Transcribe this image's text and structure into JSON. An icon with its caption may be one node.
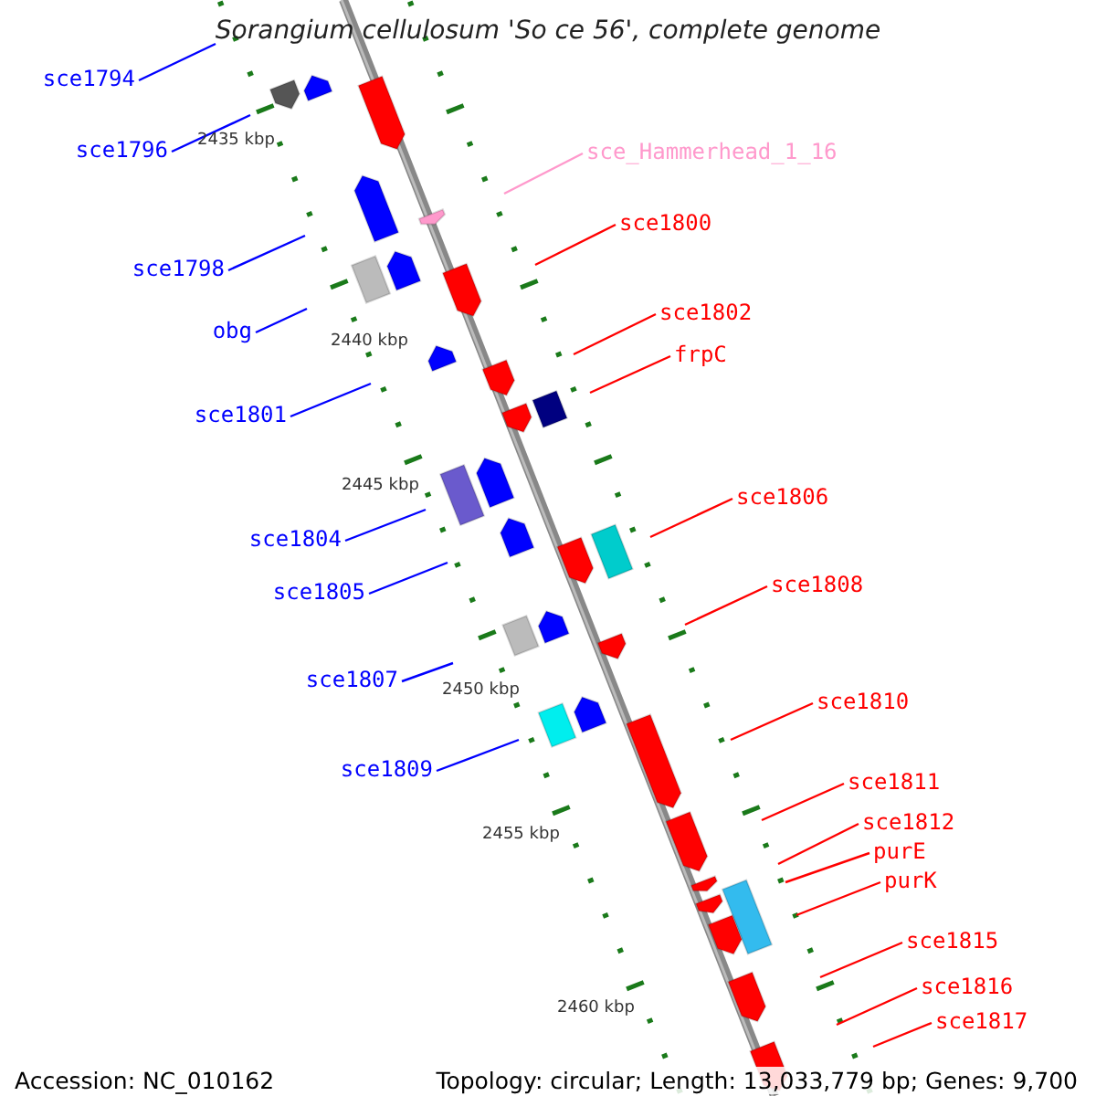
{
  "diagram": {
    "title": "Sorangium cellulosum 'So ce 56', complete genome",
    "nodes": [
      {
        "text": [
          "sce1794"
        ]
      },
      {
        "text": [
          "sce1796"
        ]
      },
      {
        "text": [
          "sce_Hammerhead_1_16"
        ]
      },
      {
        "text": [
          "sce1800"
        ]
      },
      {
        "text": [
          "sce1798"
        ]
      },
      {
        "text": [
          "sce1802"
        ]
      },
      {
        "text": [
          "obg"
        ]
      },
      {
        "text": [
          "frpC"
        ]
      },
      {
        "text": [
          "sce1801"
        ]
      },
      {
        "text": [
          "sce1806"
        ]
      },
      {
        "text": [
          "sce1804"
        ]
      },
      {
        "text": [
          "sce1808"
        ]
      },
      {
        "text": [
          "sce1805"
        ]
      },
      {
        "text": [
          "sce1807"
        ]
      },
      {
        "text": [
          "sce1810"
        ]
      },
      {
        "text": [
          "sce1809"
        ]
      },
      {
        "text": [
          "sce1811"
        ]
      },
      {
        "text": [
          "sce1812"
        ]
      },
      {
        "text": [
          "purE"
        ]
      },
      {
        "text": [
          "purK"
        ]
      },
      {
        "text": [
          "sce1815"
        ]
      },
      {
        "text": [
          "sce1816"
        ]
      },
      {
        "text": [
          "sce1817"
        ]
      }
    ],
    "edges": [
      {
        "from": 0,
        "to": null,
        "arrow": "none",
        "color": "#0000ff"
      },
      {
        "from": 1,
        "to": null,
        "arrow": "none",
        "color": "#0000ff"
      },
      {
        "from": 2,
        "to": null,
        "arrow": "none",
        "color": "#ff99cc"
      },
      {
        "from": 3,
        "to": null,
        "arrow": "none"
      },
      {
        "from": 4,
        "to": null,
        "arrow": "none",
        "color": "#0000ff"
      },
      {
        "from": 5,
        "to": null,
        "arrow": "none"
      },
      {
        "from": 6,
        "to": null,
        "arrow": "none",
        "color": "#0000ff"
      },
      {
        "from": 7,
        "to": null,
        "arrow": "none"
      },
      {
        "from": 8,
        "to": null,
        "arrow": "none",
        "color": "#0000ff"
      },
      {
        "from": 9,
        "to": null,
        "arrow": "none"
      },
      {
        "from": 10,
        "to": null,
        "arrow": "none",
        "color": "#0000ff"
      },
      {
        "from": 11,
        "to": null,
        "arrow": "none"
      },
      {
        "from": 12,
        "to": null,
        "arrow": "none",
        "color": "#0000ff"
      },
      {
        "from": 13,
        "to": null,
        "arrow": "none",
        "color": "#0000ff"
      },
      {
        "from": 14,
        "to": null,
        "arrow": "none"
      },
      {
        "from": 15,
        "to": null,
        "arrow": "none",
        "color": "#0000ff"
      },
      {
        "from": 16,
        "to": null,
        "arrow": "none"
      },
      {
        "from": 17,
        "to": null,
        "arrow": "none"
      },
      {
        "from": 18,
        "to": null,
        "arrow": "none"
      },
      {
        "from": 19,
        "to": null,
        "arrow": "none"
      },
      {
        "from": 20,
        "to": null,
        "arrow": "none"
      },
      {
        "from": 21,
        "to": null,
        "arrow": "none"
      },
      {
        "from": 22,
        "to": null,
        "arrow": "none"
      }
    ],
    "labels": [
      "2435 kbp",
      "2440 kbp",
      "2445 kbp",
      "2450 kbp",
      "2455 kbp",
      "2460 kbp",
      "Accession: NC_010162",
      "Topology: circular; Length: 13,033,779 bp; Genes: 9,700"
    ]
  }
}
